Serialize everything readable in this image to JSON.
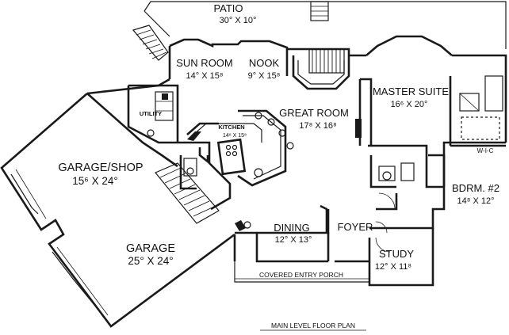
{
  "plan": {
    "caption": "MAIN LEVEL FLOOR PLAN",
    "rooms": {
      "patio": {
        "name": "PATIO",
        "dims": "30° X 10°"
      },
      "sun_room": {
        "name": "SUN ROOM",
        "dims": "14° X 15⁸"
      },
      "nook": {
        "name": "NOOK",
        "dims": "9° X 15⁸"
      },
      "great_room": {
        "name": "GREAT ROOM",
        "dims": "17⁸ X 16⁸"
      },
      "master_suite": {
        "name": "MASTER SUITE",
        "dims": "16⁶ X 20°"
      },
      "utility": {
        "name": "UTILITY"
      },
      "kitchen": {
        "name": "KITCHEN",
        "dims": "14⁸ X 15⁸"
      },
      "garage_shop": {
        "name": "GARAGE/SHOP",
        "dims": "15⁶ X 24°"
      },
      "garage": {
        "name": "GARAGE",
        "dims": "25° X 24°"
      },
      "dining": {
        "name": "DINING",
        "dims": "12° X 13°"
      },
      "foyer": {
        "name": "FOYER"
      },
      "study": {
        "name": "STUDY",
        "dims": "12° X 11⁸"
      },
      "bedroom_2": {
        "name": "BDRM. #2",
        "dims": "14⁸ X 12°"
      },
      "walk_in_closet": {
        "name": "W-I-C"
      },
      "covered_entry_porch": {
        "name": "COVERED ENTRY PORCH"
      }
    }
  }
}
